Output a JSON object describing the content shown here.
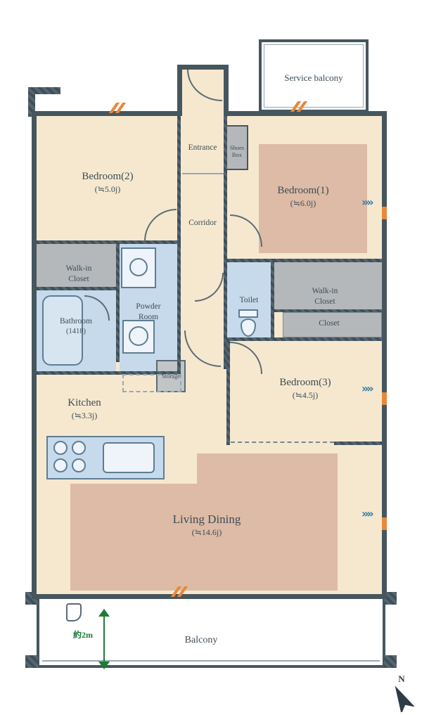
{
  "colors": {
    "wall": "#46565f",
    "floor": "#f6e8cf",
    "carpet": "#ddbba6",
    "wet_area": "#c6daeb",
    "closet_gray": "#b5b8ba",
    "accent_orange": "#e8883a",
    "accent_blue": "#2e7ba6",
    "accent_green": "#1f7a36",
    "text": "#3c4c56"
  },
  "icons": {
    "window_chevron": "»»"
  },
  "rooms": {
    "service_balcony": {
      "label": "Service balcony"
    },
    "balcony": {
      "label": "Balcony"
    },
    "entrance": {
      "label": "Entrance"
    },
    "shoes_box": {
      "label": "Shoes\nBox"
    },
    "corridor": {
      "label": "Corridor"
    },
    "bedroom1": {
      "label": "Bedroom(1)",
      "size": "(≒6.0j)"
    },
    "bedroom2": {
      "label": "Bedroom(2)",
      "size": "(≒5.0j)"
    },
    "bedroom3": {
      "label": "Bedroom(3)",
      "size": "(≒4.5j)"
    },
    "living_dining": {
      "label": "Living Dining",
      "size": "(≒14.6j)"
    },
    "kitchen": {
      "label": "Kitchen",
      "size": "(≒3.3j)"
    },
    "bathroom": {
      "label": "Bathroom",
      "size": "(1418)"
    },
    "powder_room": {
      "label": "Powder\nRoom"
    },
    "toilet": {
      "label": "Toilet"
    },
    "walk_in_closet_a": {
      "label": "Walk-in\nCloset"
    },
    "walk_in_closet_b": {
      "label": "Walk-in\nCloset"
    },
    "closet": {
      "label": "Closet"
    },
    "storage": {
      "label": "Storage"
    }
  },
  "annotations": {
    "height_note": "約2m",
    "compass_north": "N"
  }
}
